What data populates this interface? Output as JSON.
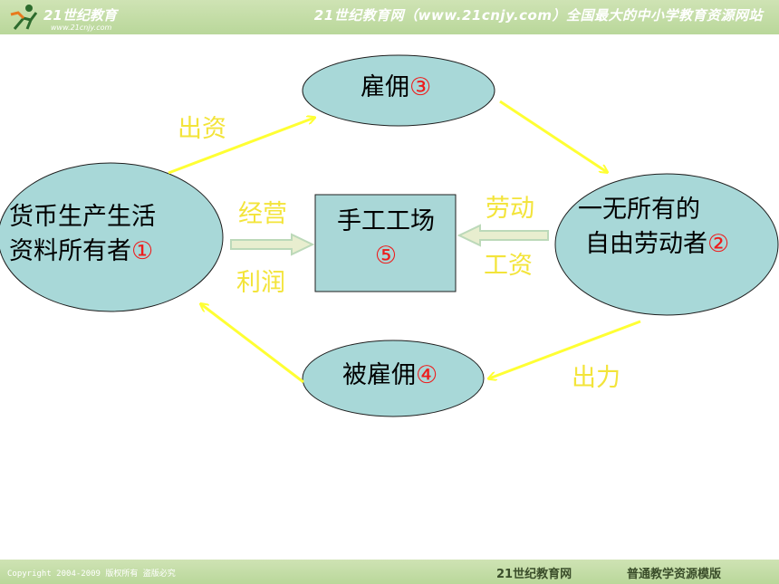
{
  "header": {
    "brand": "21世纪教育",
    "url": "www.21cnjy.com",
    "slogan": "21世纪教育网（www.21cnjy.com）全国最大的中小学教育资源网站"
  },
  "nodes": {
    "owner": {
      "line1": "货币生产生活",
      "line2": "资料所有者",
      "num": "①"
    },
    "hire": {
      "label": "雇佣",
      "num": "③"
    },
    "labourer": {
      "line1": "一无所有的",
      "line2": "自由劳动者",
      "num": "②"
    },
    "hired": {
      "label": "被雇佣",
      "num": "④"
    },
    "workshop": {
      "label": "手工工场",
      "num": "⑤"
    }
  },
  "edge_labels": {
    "invest": "出资",
    "operate": "经营",
    "profit": "利润",
    "labour": "劳动",
    "wage": "工资",
    "effort": "出力"
  },
  "footer": {
    "copyright": "Copyright 2004-2009 版权所有 盗版必究",
    "brand": "21世纪教育网",
    "template": "普通教学资源模版"
  },
  "colors": {
    "ellipse_fill": "#a8d8d8",
    "box_fill": "#a9d7d7",
    "arrow": "#ffff33",
    "label_yellow": "#f3e43a",
    "number_red": "#ee1c1c",
    "band_green": "#c4dea8"
  }
}
